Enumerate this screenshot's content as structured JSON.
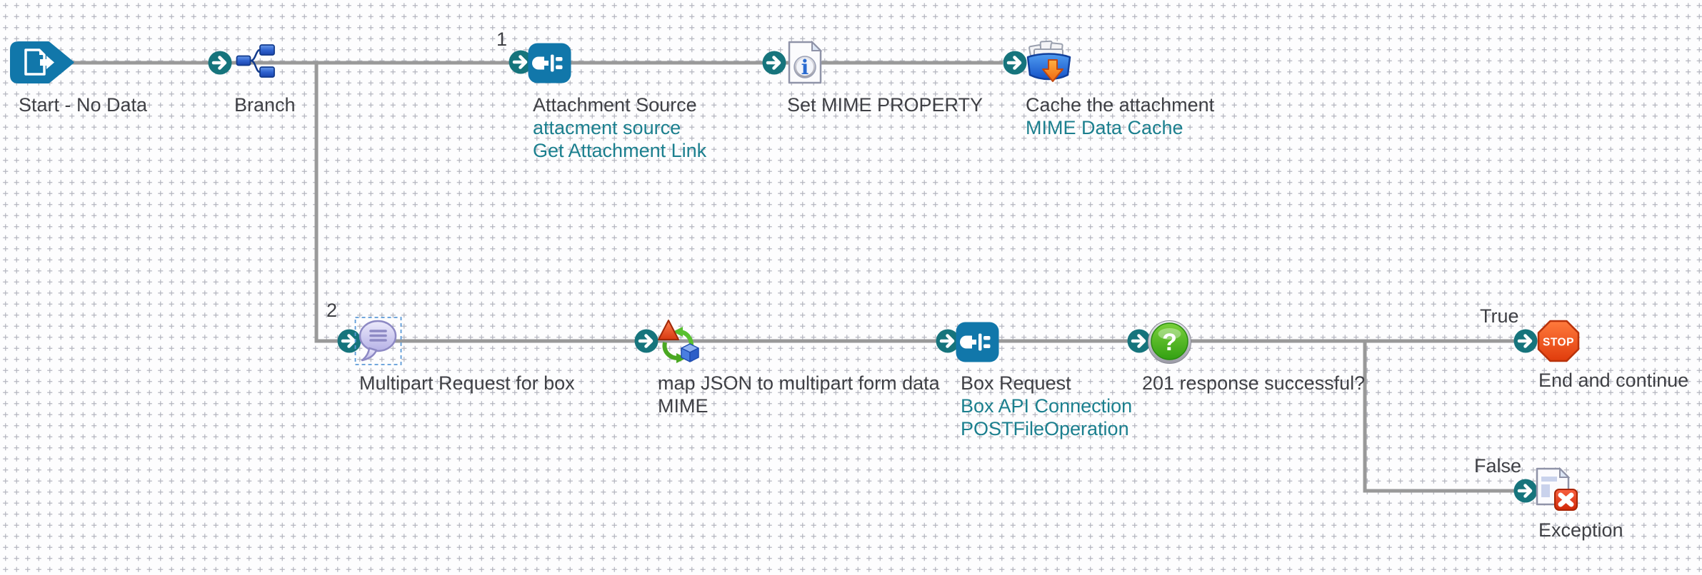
{
  "canvas": {
    "background": "#fdfdfe",
    "grid_mark_color": "#b4b5bf",
    "wire_color": "#999999",
    "shape_blue": "#1177aa",
    "connector_teal": "#16747c",
    "component_text_color": "#1b7f8e",
    "label_color": "#3f4045"
  },
  "branches": {
    "branch1_number": "1",
    "branch2_number": "2"
  },
  "nodes": {
    "start": {
      "label": "Start - No Data",
      "icon": "start-no-data-icon"
    },
    "branch": {
      "label": "Branch",
      "icon": "branch-icon"
    },
    "attachment_source": {
      "label": "Attachment Source",
      "component": "attacment source",
      "action": "Get Attachment Link",
      "icon": "connector-plug-icon"
    },
    "set_mime_property": {
      "label": "Set MIME PROPERTY",
      "icon": "set-properties-icon"
    },
    "cache_attachment": {
      "label": "Cache the attachment",
      "component": "MIME Data Cache",
      "icon": "add-to-cache-icon"
    },
    "multipart_message": {
      "label": "Multipart Request for box",
      "icon": "message-icon",
      "selected": true
    },
    "map_json": {
      "label_line1": "map JSON to multipart form data",
      "label_line2": "MIME",
      "icon": "map-icon"
    },
    "box_request": {
      "label": "Box Request",
      "component": "Box API Connection",
      "action": "POSTFileOperation",
      "icon": "connector-plug-icon"
    },
    "decision": {
      "label": "201 response successful?",
      "icon": "decision-question-icon"
    },
    "end_continue": {
      "label": "End and continue",
      "path_label": "True",
      "stop_text": "STOP",
      "icon": "stop-icon"
    },
    "exception": {
      "label": "Exception",
      "path_label": "False",
      "icon": "exception-document-icon"
    }
  }
}
